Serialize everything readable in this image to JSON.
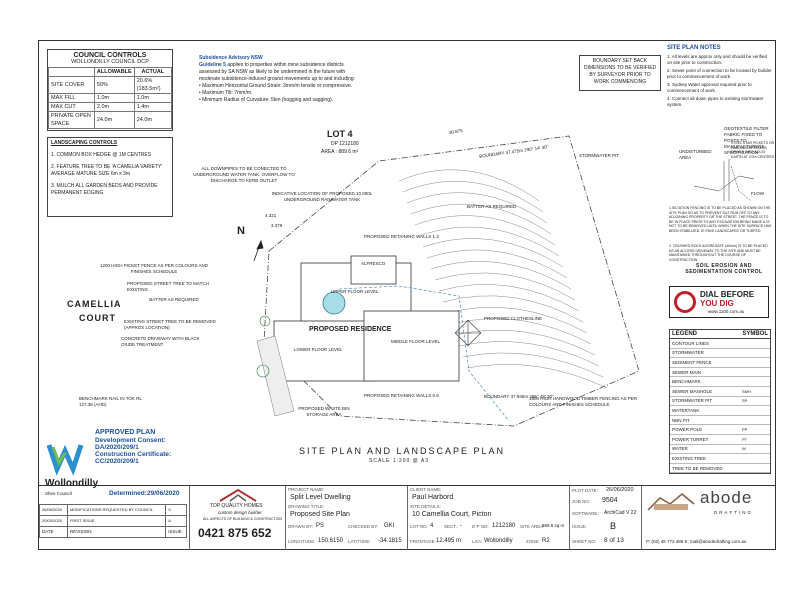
{
  "council_controls": {
    "title": "COUNCIL CONTROLS",
    "subtitle": "WOLLONDILLY COUNCIL DCP",
    "headers": [
      "",
      "ALLOWABLE",
      "ACTUAL"
    ],
    "rows": [
      [
        "SITE COVER",
        "50%",
        "20.6% (183.5m²)"
      ],
      [
        "MAX FILL",
        "1.0m",
        "1.0m"
      ],
      [
        "MAX CUT",
        "2.0m",
        "1.4m"
      ],
      [
        "PRIVATE OPEN SPACE",
        "24.0m",
        "24.0m"
      ]
    ]
  },
  "subsidence": {
    "title": "Subsidence Advisory NSW",
    "guideline_label": "Guideline 5",
    "text_lines": [
      "applies to properties within mine subsidence districts",
      "assessed by SA NSW as likely to be undermined in the future with",
      "moderate subsidence-induced ground movements up to and including:"
    ],
    "bullets": [
      "• Maximum Horizontal Ground Strain: 3mm/m tensile or compressive.",
      "• Maximum Tilt: 7mm/m.",
      "• Minimum Radius of Curvature: 5km (hogging and sagging)."
    ]
  },
  "boundary_note": "BOUNDARY SET BACK DIMENSIONS TO BE VERIFIED BY SURVEYOR PRIOR TO WORK COMMENCING",
  "site_plan_notes": {
    "title": "SITE PLAN NOTES",
    "notes": [
      "1. All levels are approx only and should be verified on site prior to construction.",
      "2. Sewer point of connection to be located by builder prior to commencement of work.",
      "3. Sydney Water approval required prior to commencement of work.",
      "4. Connect all down pipes to existing stormwater system."
    ]
  },
  "landscaping": {
    "title": "LANDSCAPING CONTROLS",
    "items": [
      "1. COMMON BOX HEDGE @ 1M CENTRES",
      "2. FEATURE TREE TO BE 'A CAMELIA VARIETY' AVERAGE MATURE SIZE 6m x 3m",
      "3. MULCH ALL GARDEN BEDS AND PROVIDE PERMANENT EDGING"
    ]
  },
  "plan": {
    "lot": "LOT 4",
    "dp": "DP 1212180",
    "area": "AREA : 889.6 m²",
    "street": [
      "CAMELLIA",
      "COURT"
    ],
    "residence": "PROPOSED RESIDENCE",
    "upper_floor": "UPPER FLOOR LEVEL",
    "lower_floor": "LOWER FLOOR LEVEL",
    "middle_floor": "MIDDLE FLOOR LEVEL",
    "alfresco": "ALFRESCO",
    "downpipe_note": "ALL DOWNPIPES TO BE CONECTED TO UNDERGROUND WATER TANK. OVERFLOW TO DISCHARGE TO KERB OUTLET",
    "tank_note": "INDICATIVE LOCATION OF PROPOSED 10,000L UNDERGROUND RAINWATER TANK",
    "retaining_top": "PROPOSED RETAINING WALLS 1.3",
    "retaining_bottom": "PROPOSED RETAINING WALLS 0.5",
    "batter": "BATTER AS REQUIRED",
    "batter_left": "BATTER AS REQUIRED",
    "clothesline": "PROPOSED CLOTHESLINE",
    "picket": "1200 HIGH PICKET FENCE AS PER COLOURS AND FINISHES SCHEDULE",
    "street_tree": "PROPOSED STREET TREE TO MATCH EXISTING",
    "tree_removed": "EXISTING STREET TREE TO BE REMOVED (APPROX LOCATION)",
    "driveway": "CONCRETE DRIVEWAY WITH BLACK OXIDE TREATMENT",
    "waste": "PROPOSED WASTE BIN STORAGE AREA",
    "benchmark": "BENCHMARK NAIL IN TOK RL 127.38 (AHD)",
    "timber_fence": "1800 HIGH HARDWOOD TIMBER FENCING AS PER COLOURS AND FINISHES SCHEDULE",
    "boundary_top": "BOUNDARY 37.475m 290° 14' 30\"",
    "boundary_bottom": "BOUNDARY 37.945m 285° 48' 30\"",
    "stormwater_pit": "STORMWATER PIT",
    "north": "N",
    "dim1": "4.321",
    "dim2": "3.379",
    "dim3": "30.875"
  },
  "erosion": {
    "title": "SOIL EROSION AND SEDIMENTATION CONTROL",
    "labels": [
      "GEOTEXTILE FILTER FABRIC FIXED TO POSTS TO MANUFACTURERS SPECIFICATION",
      "STEEL STAR PICKETS OR HARDWOOD STAKES DRIVEN INTO SOLID EARTH AT 3.0m CENTRES",
      "UNDISTURBED AREA",
      "FLOW"
    ],
    "notes": [
      "1 SILTATION FENCING IS TO BE PLACED AS SHOWN ON THE SITE PLAN SO AS TO PREVENT SILT RUN OFF TO ANY ADJOINING PROPERTY OR THE STREET. THE FENCE IS TO BE IN PLACE PRIOR TO ANY EXCAVATION BEING MADE & IS NOT TO BE REMOVED UNTIL WHEN THE SITE SURFACE HAS BEEN STABILIZED. IE PAVE LANDSCAPED OR TURFED.",
      "2. CRUSHED ROCK AGGREGATE (40mm) IS TO BE PLACED AS AN ACCESS DRIVEWAY TO THE SITE AND MUST BE MAINTAINED THROUGHOUT THE COURSE OF CONSTRUCTION."
    ]
  },
  "dbyd": {
    "line1": "DIAL BEFORE",
    "line2": "YOU DIG",
    "url": "www.1100.com.au"
  },
  "legend": {
    "headers": [
      "LEGEND",
      "SYMBOL"
    ],
    "items": [
      {
        "name": "CONTOUR LINES",
        "sym": ""
      },
      {
        "name": "STORMWATER",
        "sym": ""
      },
      {
        "name": "SEDIMENT FENCE",
        "sym": ""
      },
      {
        "name": "SEWER MAIN",
        "sym": ""
      },
      {
        "name": "BENCHMARK",
        "sym": ""
      },
      {
        "name": "SEWER MANHOLE",
        "sym": "SMH"
      },
      {
        "name": "STORMWATER PIT",
        "sym": "SP"
      },
      {
        "name": "WATERTANK",
        "sym": ""
      },
      {
        "name": "NBN PIT",
        "sym": ""
      },
      {
        "name": "POWER POLE",
        "sym": "PP"
      },
      {
        "name": "POWER TURRET",
        "sym": "PT"
      },
      {
        "name": "WATER",
        "sym": "W"
      },
      {
        "name": "EXISTING TREE",
        "sym": ""
      },
      {
        "name": "TREE TO BE REMOVED",
        "sym": ""
      }
    ]
  },
  "approval": {
    "title": "APPROVED PLAN",
    "dev_consent_label": "Development Consent:",
    "dev_consent": "DA/2020/209/1",
    "cc_label": "Construction Certificate:",
    "cc": "CC/2020/209/1",
    "determined_label": "Determined:",
    "determined": "29/06/2020",
    "council": "Wollondilly",
    "council_sub": "Shire Council"
  },
  "main_title": "SITE PLAN AND LANDSCAPE PLAN",
  "scale": "SCALE 1:200 @ A3",
  "revisions": [
    {
      "date": "26/06/2020",
      "desc": "MODIFICATIONS REQUESTED BY COUNCIL",
      "issue": "S"
    },
    {
      "date": "20/03/2020",
      "desc": "FIRST ISSUE",
      "issue": "A"
    }
  ],
  "revision_headers": [
    "DATE",
    "REVISION",
    "ISSUE"
  ],
  "builder": {
    "name": "TOP QUALITY HOMES",
    "tagline": "custom design builder",
    "sub": "ALL ASPECTS OF BUILDING & CONSTRUCTION",
    "phone": "0421 875 652"
  },
  "titleblock": {
    "project_label": "PROJECT NAME:",
    "project": "Split Level Dwelling",
    "drawing_label": "DRAWING TITLE:",
    "drawing": "Proposed Site Plan",
    "drawn_label": "DRAWN BY:",
    "drawn": "PS",
    "checked_label": "CHECKED BY:",
    "checked": "GKI",
    "longitude_label": "LONGITUDE:",
    "longitude": "150.6150",
    "latitude_label": "LATITUDE:",
    "latitude": "-34.1815",
    "client_label": "CLIENT NAME:",
    "client": "Paul Harbord",
    "site_label": "SITE DETAILS:",
    "site": "10 Camellia Court,  Picton",
    "lot_label": "LOT NO:",
    "lot": "4",
    "sect_label": "SECT.:",
    "sect": "-",
    "dp_label": "D P NO:",
    "dp": "1212180",
    "area_label": "SITE AREA:",
    "area": "889.6 sq m",
    "frontage_label": "FRONTAGE:",
    "frontage": "12.495 m",
    "lga_label": "LGA:",
    "lga": "Wollondilly",
    "zone_label": "ZONE:",
    "zone": "R2",
    "plot_label": "PLOT DATE:",
    "plot": "26/06/2020",
    "job_label": "JOB NO:",
    "job": "9504",
    "software_label": "SOFTWARE:",
    "software": "ArchiCad V 22",
    "issue_label": "ISSUE:",
    "issue": "B",
    "sheet_label": "SHEET NO:",
    "sheet": "8 of 13"
  },
  "abode": {
    "name": "abode",
    "sub": "DRAFTING",
    "contact": "P: (02) 46 772 489  E: mail@abodedrafting.com.au"
  }
}
